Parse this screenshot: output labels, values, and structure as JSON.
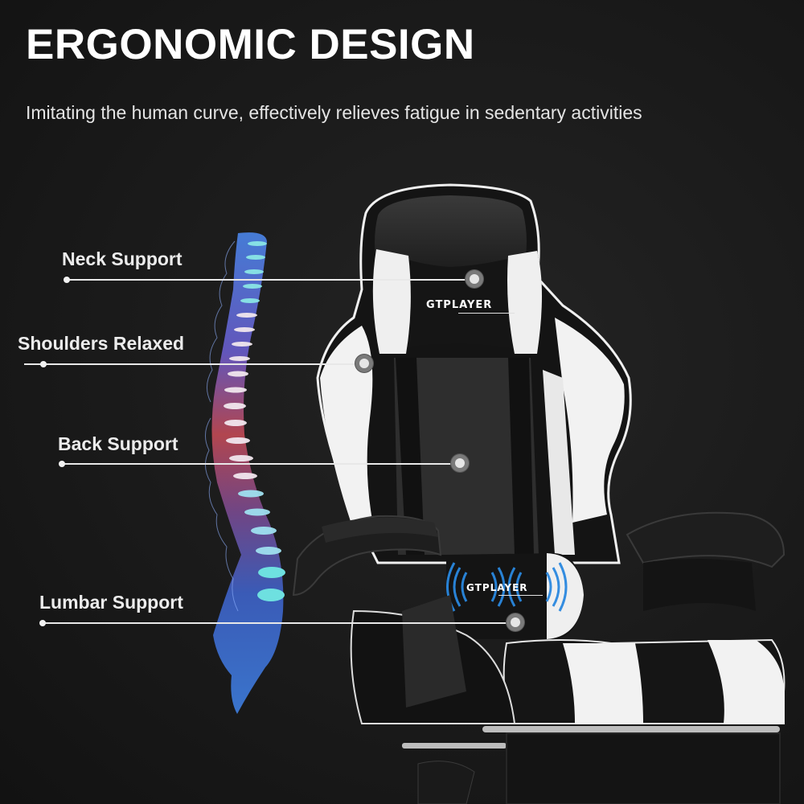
{
  "header": {
    "title": "ERGONOMIC DESIGN",
    "subtitle": "Imitating the human curve, effectively relieves fatigue in sedentary activities"
  },
  "callouts": [
    {
      "label": "Neck Support"
    },
    {
      "label": "Shoulders Relaxed"
    },
    {
      "label": "Back Support"
    },
    {
      "label": "Lumbar Support"
    }
  ],
  "product": {
    "brand_headrest": "GTPLAYER",
    "brand_lumbar": "GTPLAYER",
    "colors": {
      "background": "#1a1a1a",
      "chair_black": "#161616",
      "chair_white": "#f2f2f2",
      "massage_wave_blue": "#1f7fd6",
      "spine_top_blue": "#4a7fe0",
      "spine_mid_red": "#c8454f",
      "spine_disc_cyan": "#6fe0e0"
    }
  },
  "icons": {
    "spine": "spine-illustration-icon",
    "massage_waves": "vibration-waves-icon",
    "hotspot": "hotspot-dot-icon"
  }
}
